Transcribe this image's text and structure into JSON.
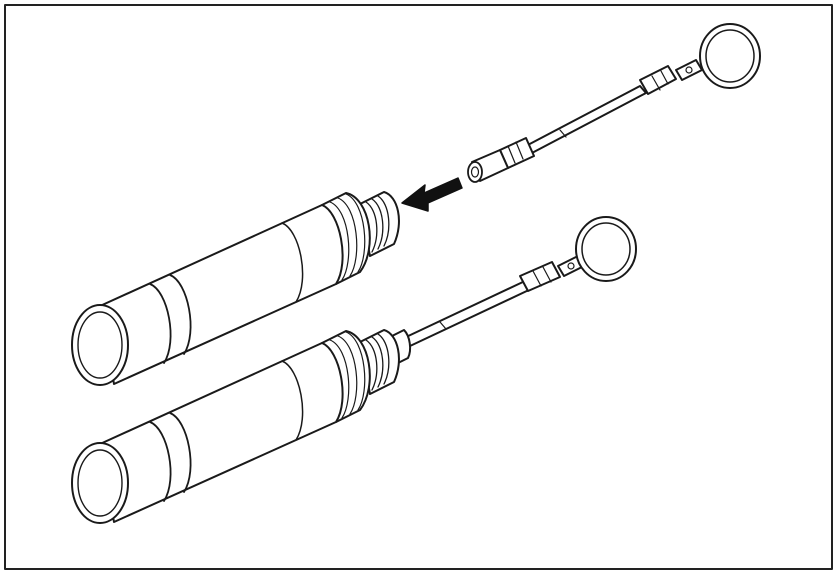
{
  "figure": {
    "colors": {
      "line": "#1a1a1a",
      "fill": "#ffffff",
      "frame": "#222222",
      "arrow": "#111111"
    },
    "icons": {
      "arrow": "insert-direction-arrow",
      "mirror": "inspection-mirror-icon",
      "handle": "flashlight-handle-icon"
    },
    "assemblies": [
      "separated",
      "assembled"
    ]
  }
}
